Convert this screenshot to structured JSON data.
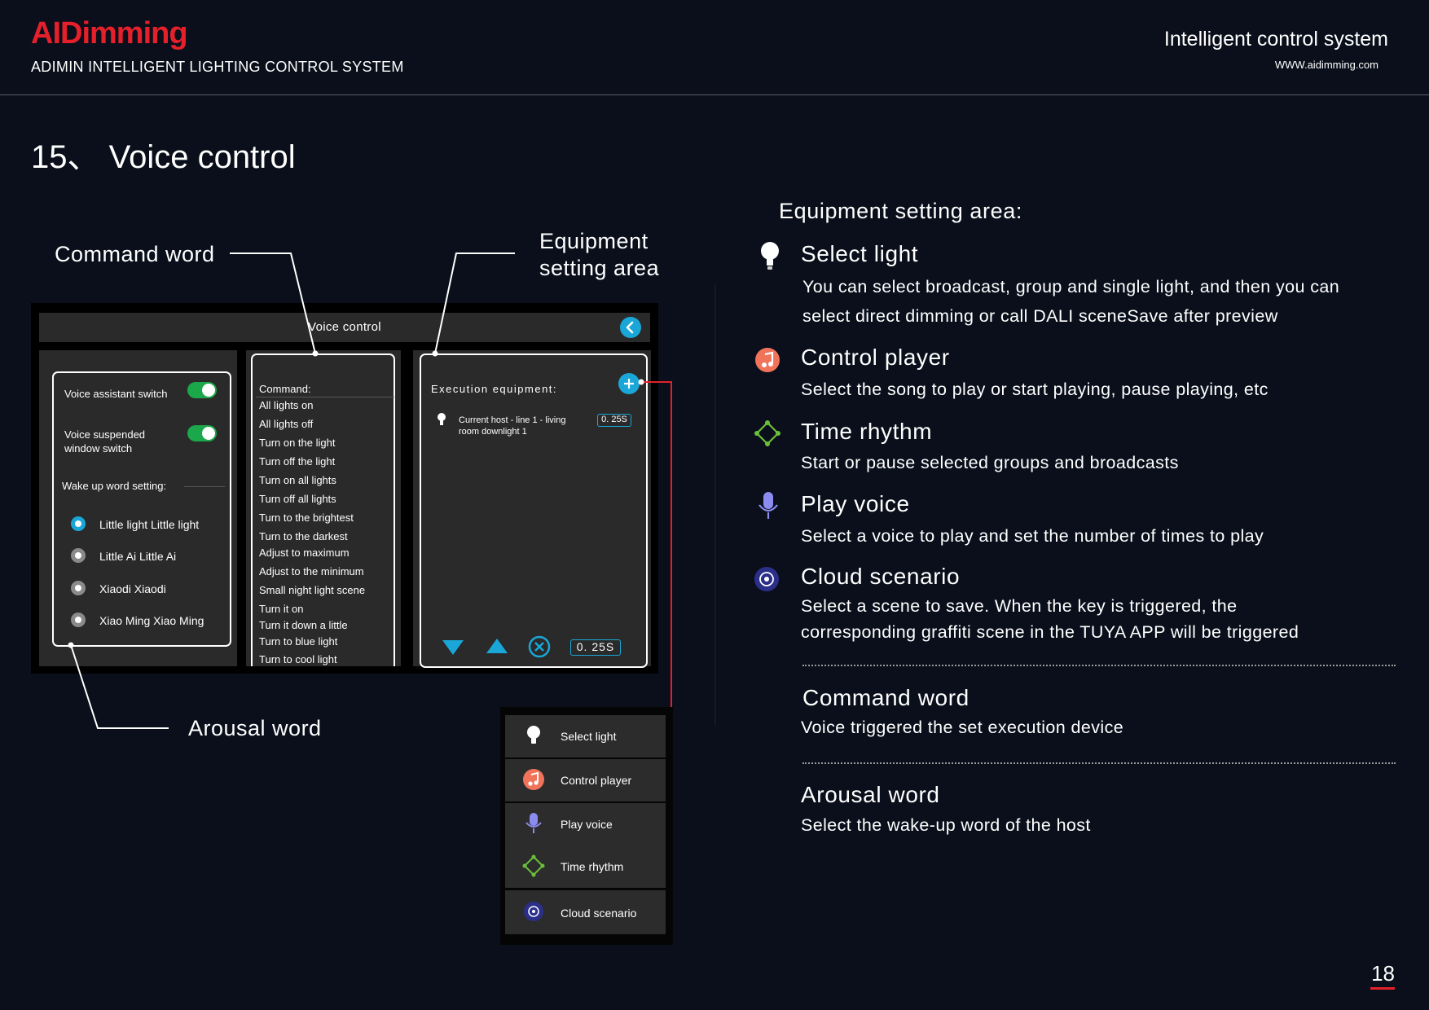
{
  "header": {
    "logo": "AIDimming",
    "brand_subtitle": "ADIMIN INTELLIGENT LIGHTING CONTROL SYSTEM",
    "tagline": "Intelligent control system",
    "website": "WWW.aidimming.com"
  },
  "page_title": "15、 Voice control",
  "callouts": {
    "command_word": "Command word",
    "equipment_line1": "Equipment",
    "equipment_line2": "setting area",
    "arousal_word": "Arousal word"
  },
  "screen": {
    "title": "Voice control",
    "left_panel": {
      "voice_assistant_switch": "Voice assistant switch",
      "suspended_line1": "Voice suspended",
      "suspended_line2": "window switch",
      "wake_setting": "Wake up word setting:",
      "wake_words": [
        "Little light Little light",
        "Little Ai Little Ai",
        "Xiaodi Xiaodi",
        "Xiao Ming Xiao Ming"
      ]
    },
    "command_panel": {
      "header": "Command:",
      "items": [
        "All lights on",
        "All lights off",
        "Turn on the light",
        "Turn off the light",
        "Turn on all lights",
        "Turn off all lights",
        "Turn to the brightest",
        "Turn to the darkest",
        "Adjust to maximum",
        "Adjust to the minimum",
        "Small night light scene",
        "Turn it on",
        "Turn it down a little",
        "Turn to blue light",
        "Turn to cool light"
      ]
    },
    "execution_panel": {
      "header": "Execution equipment:",
      "device_line1": "Current host - line 1 - living",
      "device_line2": "room downlight 1",
      "device_time": "0. 25S",
      "footer_time": "0. 25S"
    }
  },
  "popup_menu": [
    "Select light",
    "Control player",
    "Play voice",
    "Time rhythm",
    "Cloud scenario"
  ],
  "right": {
    "heading": "Equipment setting area:",
    "items": [
      {
        "title": "Select light",
        "desc1": "You can select broadcast, group and single light, and then you can",
        "desc2": "select direct dimming or call DALI sceneSave after preview"
      },
      {
        "title": "Control player",
        "desc1": "Select the song to play or start playing, pause playing, etc"
      },
      {
        "title": "Time rhythm",
        "desc1": "Start or pause selected groups and broadcasts"
      },
      {
        "title": "Play voice",
        "desc1": "Select a voice to play and set the number of times to play"
      },
      {
        "title": "Cloud scenario",
        "desc1": "Select a scene to save. When the key is triggered, the",
        "desc2": "corresponding graffiti scene in the TUYA APP will be triggered"
      }
    ],
    "command_word_title": "Command word",
    "command_word_desc": "Voice triggered the set execution device",
    "arousal_word_title": "Arousal word",
    "arousal_word_desc": "Select the wake-up word of the host"
  },
  "page_number": "18",
  "colors": {
    "accent_red": "#e5202b",
    "accent_cyan": "#1aa7d8",
    "toggle_green": "#1ba84a",
    "background": "#0a0f1b"
  }
}
